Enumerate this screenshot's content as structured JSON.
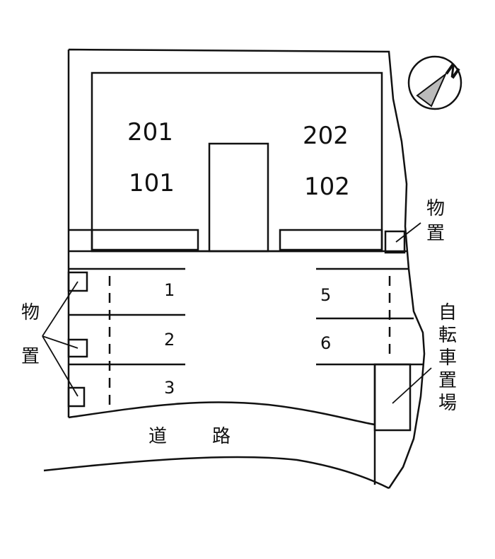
{
  "units": {
    "u201": "201",
    "u202": "202",
    "u101": "101",
    "u102": "102"
  },
  "parking": [
    "1",
    "2",
    "3",
    "5",
    "6"
  ],
  "storage_label": [
    "物",
    "置"
  ],
  "bike_label": [
    "自",
    "転",
    "車",
    "置",
    "場"
  ],
  "road_label": [
    "道",
    "路"
  ],
  "compass_letter": "N",
  "colors": {
    "line": "#111111",
    "compass_fill": "#bbbbbb"
  }
}
